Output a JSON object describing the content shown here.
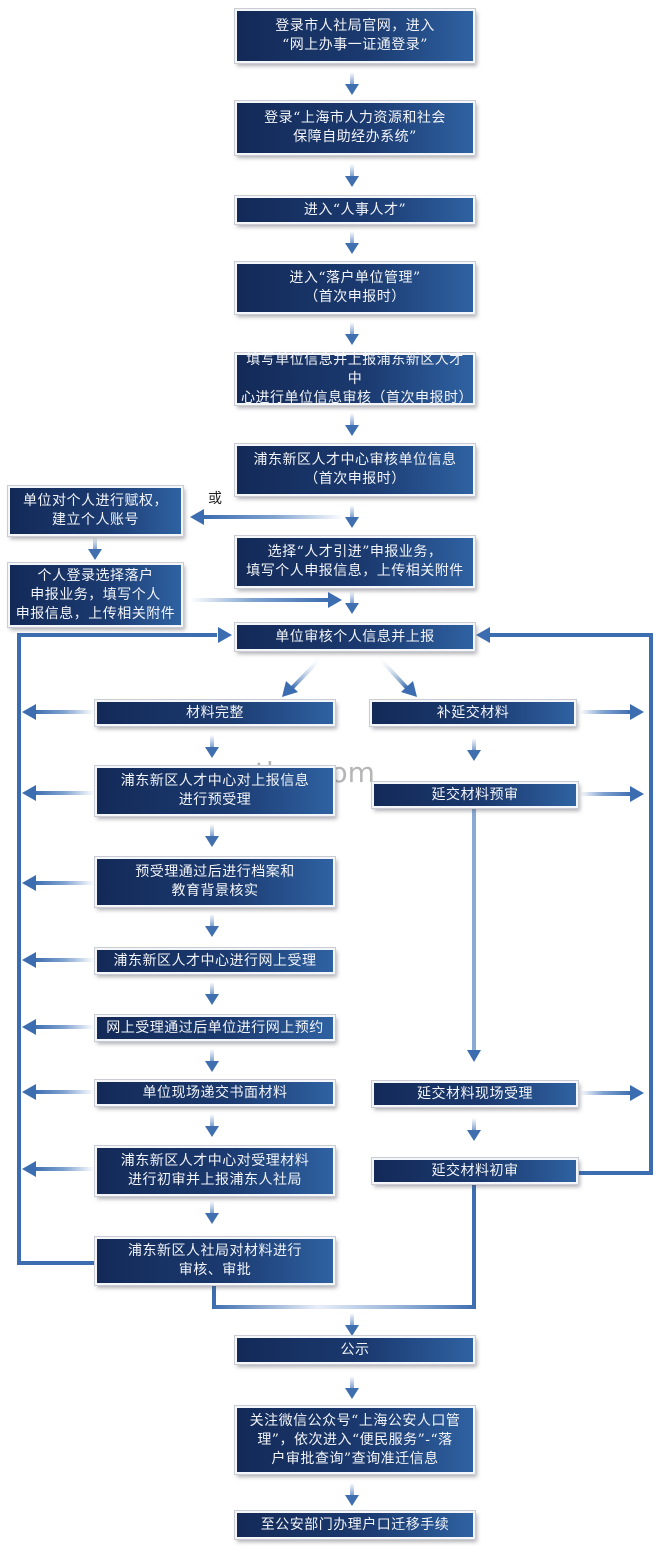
{
  "flowchart": {
    "steps": {
      "s1": [
        "登录市人社局官网，进入",
        "“网上办事一证通登录”"
      ],
      "s2": [
        "登录“上海市人力资源和社会",
        "保障自助经办系统”"
      ],
      "s3": [
        "进入“人事人才”"
      ],
      "s4": [
        "进入“落户单位管理”",
        "（首次申报时）"
      ],
      "s5": [
        "填写单位信息并上报浦东新区人才中",
        "心进行单位信息审核（首次申报时）"
      ],
      "s6": [
        "浦东新区人才中心审核单位信息",
        "（首次申报时）"
      ],
      "alt1": [
        "单位对个人进行赋权，",
        "建立个人账号"
      ],
      "alt2": [
        "个人登录选择落户",
        "申报业务，填写个人",
        "申报信息，上传相关附件"
      ],
      "s7": [
        "选择“人才引进”申报业务，",
        "填写个人申报信息，上传相关附件"
      ],
      "s8": [
        "单位审核个人信息并上报"
      ],
      "l1": [
        "材料完整"
      ],
      "l2": [
        "浦东新区人才中心对上报信息",
        "进行预受理"
      ],
      "l3": [
        "预受理通过后进行档案和",
        "教育背景核实"
      ],
      "l4": [
        "浦东新区人才中心进行网上受理"
      ],
      "l5": [
        "网上受理通过后单位进行网上预约"
      ],
      "l6": [
        "单位现场递交书面材料"
      ],
      "l7": [
        "浦东新区人才中心对受理材料",
        "进行初审并上报浦东人社局"
      ],
      "l8": [
        "浦东新区人社局对材料进行",
        "审核、审批"
      ],
      "r1": [
        "补延交材料"
      ],
      "r2": [
        "延交材料预审"
      ],
      "r3": [
        "延交材料现场受理"
      ],
      "r4": [
        "延交材料初审"
      ],
      "s9": [
        "公示"
      ],
      "s10": [
        "关注微信公众号“上海公安人口管",
        "理”，依次进入“便民服务”-“落",
        "户审批查询”查询准迁信息"
      ],
      "s11": [
        "至公安部门办理户口迁移手续"
      ]
    },
    "or_label": "或",
    "watermark": "tlzg.com",
    "colors": {
      "box_dark": "#132a58",
      "box_light": "#2f62a2",
      "connector": "#3c6db0"
    }
  }
}
